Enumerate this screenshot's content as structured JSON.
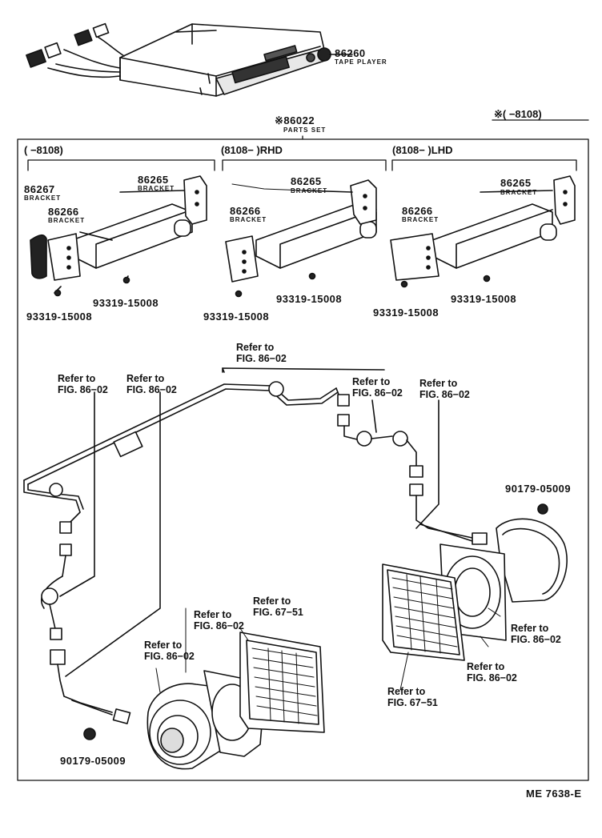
{
  "title_code": "ME 7638-E",
  "top_right_note": "※(        −8108)",
  "parts_set": {
    "number": "※86022",
    "label": "PARTS SET"
  },
  "tape_player": {
    "number": "86260",
    "label": "TAPE PLAYER"
  },
  "sections": [
    {
      "header": "(        −8108)"
    },
    {
      "header": "(8108−         )RHD"
    },
    {
      "header": "(8108−         )LHD"
    }
  ],
  "parts": {
    "p86267": {
      "number": "86267",
      "label": "BRACKET"
    },
    "p86266_a": {
      "number": "86266",
      "label": "BRACKET"
    },
    "p86265_a": {
      "number": "86265",
      "label": "BRACKET"
    },
    "p86265_b": {
      "number": "86265",
      "label": "BRACKET"
    },
    "p86266_b": {
      "number": "86266",
      "label": "BRACKET"
    },
    "p86265_c": {
      "number": "86265",
      "label": "BRACKET"
    },
    "p86266_c": {
      "number": "86266",
      "label": "BRACKET"
    },
    "screw_a1": "93319-15008",
    "screw_a2": "93319-15008",
    "screw_b1": "93319-15008",
    "screw_b2": "93319-15008",
    "screw_c1": "93319-15008",
    "screw_c2": "93319-15008",
    "clip_left": "90179-05009",
    "clip_right": "90179-05009"
  },
  "refs": {
    "r1": {
      "line1": "Refer to",
      "line2": "FIG. 86−02"
    },
    "r2": {
      "line1": "Refer to",
      "line2": "FIG. 86−02"
    },
    "r3": {
      "line1": "Refer to",
      "line2": "FIG. 86−02"
    },
    "r4": {
      "line1": "Refer to",
      "line2": "FIG. 86−02"
    },
    "r5": {
      "line1": "Refer to",
      "line2": "FIG. 86−02"
    },
    "r6": {
      "line1": "Refer to",
      "line2": "FIG. 86−02"
    },
    "r7": {
      "line1": "Refer to",
      "line2": "FIG. 67−51"
    },
    "r8": {
      "line1": "Refer to",
      "line2": "FIG. 86−02"
    },
    "r9": {
      "line1": "Refer to",
      "line2": "FIG. 86−02"
    },
    "r10": {
      "line1": "Refer to",
      "line2": "FIG. 86−02"
    },
    "r11": {
      "line1": "Refer to",
      "line2": "FIG. 67−51"
    }
  }
}
